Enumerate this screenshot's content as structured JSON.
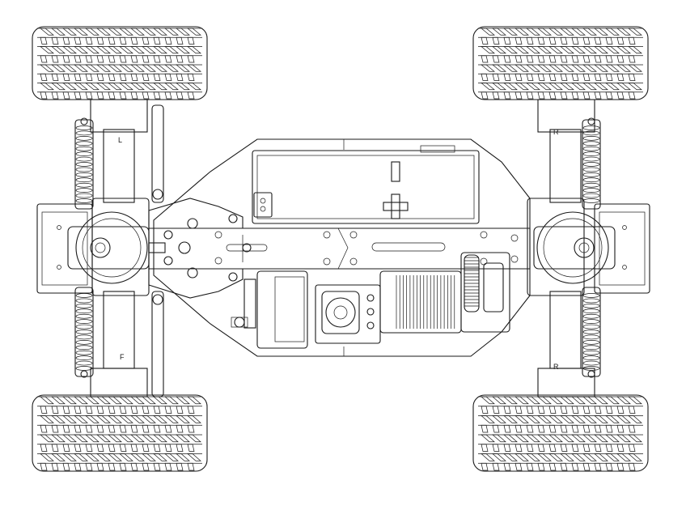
{
  "diagram": {
    "labels": {
      "front_left": "L",
      "front_right": "R",
      "rear_left": "F",
      "rear_right": "R",
      "battery_minus": "−",
      "battery_plus": "+"
    }
  },
  "colors": {
    "line": "#1a1a1a",
    "background": "#ffffff"
  }
}
